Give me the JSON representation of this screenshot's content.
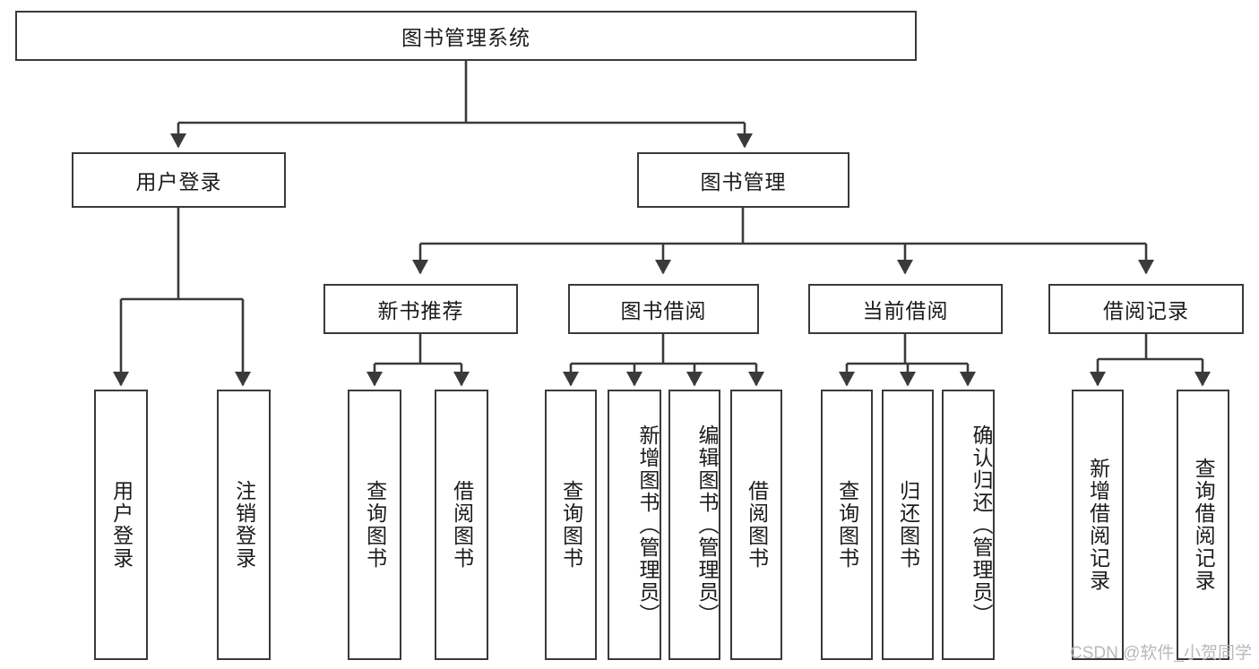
{
  "diagram": {
    "title": "图书管理系统",
    "watermark": "CSDN @软件_小贺同学",
    "nodes": {
      "root": {
        "label": "图书管理系统"
      },
      "level2": [
        {
          "id": "user-login",
          "label": "用户登录"
        },
        {
          "id": "book-manage",
          "label": "图书管理"
        }
      ],
      "level3": [
        {
          "id": "new-book-recommend",
          "label": "新书推荐"
        },
        {
          "id": "book-borrow",
          "label": "图书借阅"
        },
        {
          "id": "current-borrow",
          "label": "当前借阅"
        },
        {
          "id": "borrow-record",
          "label": "借阅记录"
        }
      ],
      "leaves": {
        "user_login": [
          {
            "id": "leaf-user-login",
            "label": "用户登录"
          },
          {
            "id": "leaf-user-logout",
            "label": "注销登录"
          }
        ],
        "new_book_recommend": [
          {
            "id": "leaf-query-book-1",
            "label": "查询图书"
          },
          {
            "id": "leaf-borrow-book-1",
            "label": "借阅图书"
          }
        ],
        "book_borrow": [
          {
            "id": "leaf-query-book-2",
            "label": "查询图书"
          },
          {
            "id": "leaf-add-book",
            "label": "新增图书（管理员）"
          },
          {
            "id": "leaf-edit-book",
            "label": "编辑图书（管理员）"
          },
          {
            "id": "leaf-borrow-book-2",
            "label": "借阅图书"
          }
        ],
        "current_borrow": [
          {
            "id": "leaf-query-book-3",
            "label": "查询图书"
          },
          {
            "id": "leaf-return-book",
            "label": "归还图书"
          },
          {
            "id": "leaf-confirm-return",
            "label": "确认归还（管理员）"
          }
        ],
        "borrow_record": [
          {
            "id": "leaf-add-record",
            "label": "新增借阅记录"
          },
          {
            "id": "leaf-query-record",
            "label": "查询借阅记录"
          }
        ]
      }
    },
    "colors": {
      "stroke": "#3a3a3a",
      "text": "#1b1b1b",
      "background": "#ffffff",
      "watermark": "#b9b9b9"
    }
  }
}
